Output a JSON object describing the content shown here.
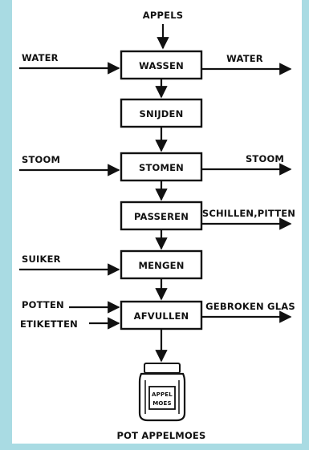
{
  "input_top": "APPELS",
  "steps": [
    {
      "label": "WASSEN"
    },
    {
      "label": "SNIJDEN"
    },
    {
      "label": "STOMEN"
    },
    {
      "label": "PASSEREN"
    },
    {
      "label": "MENGEN"
    },
    {
      "label": "AFVULLEN"
    }
  ],
  "inputs": {
    "wassen": "WATER",
    "stomen": "STOOM",
    "mengen": "SUIKER",
    "afvullen_1": "POTTEN",
    "afvullen_2": "ETIKETTEN"
  },
  "outputs": {
    "wassen": "WATER",
    "stomen": "STOOM",
    "passeren": "SCHILLEN,PITTEN",
    "afvullen": "GEBROKEN GLAS"
  },
  "jar_label": [
    "APPEL",
    "MOES"
  ],
  "final_product": "POT APPELMOES"
}
